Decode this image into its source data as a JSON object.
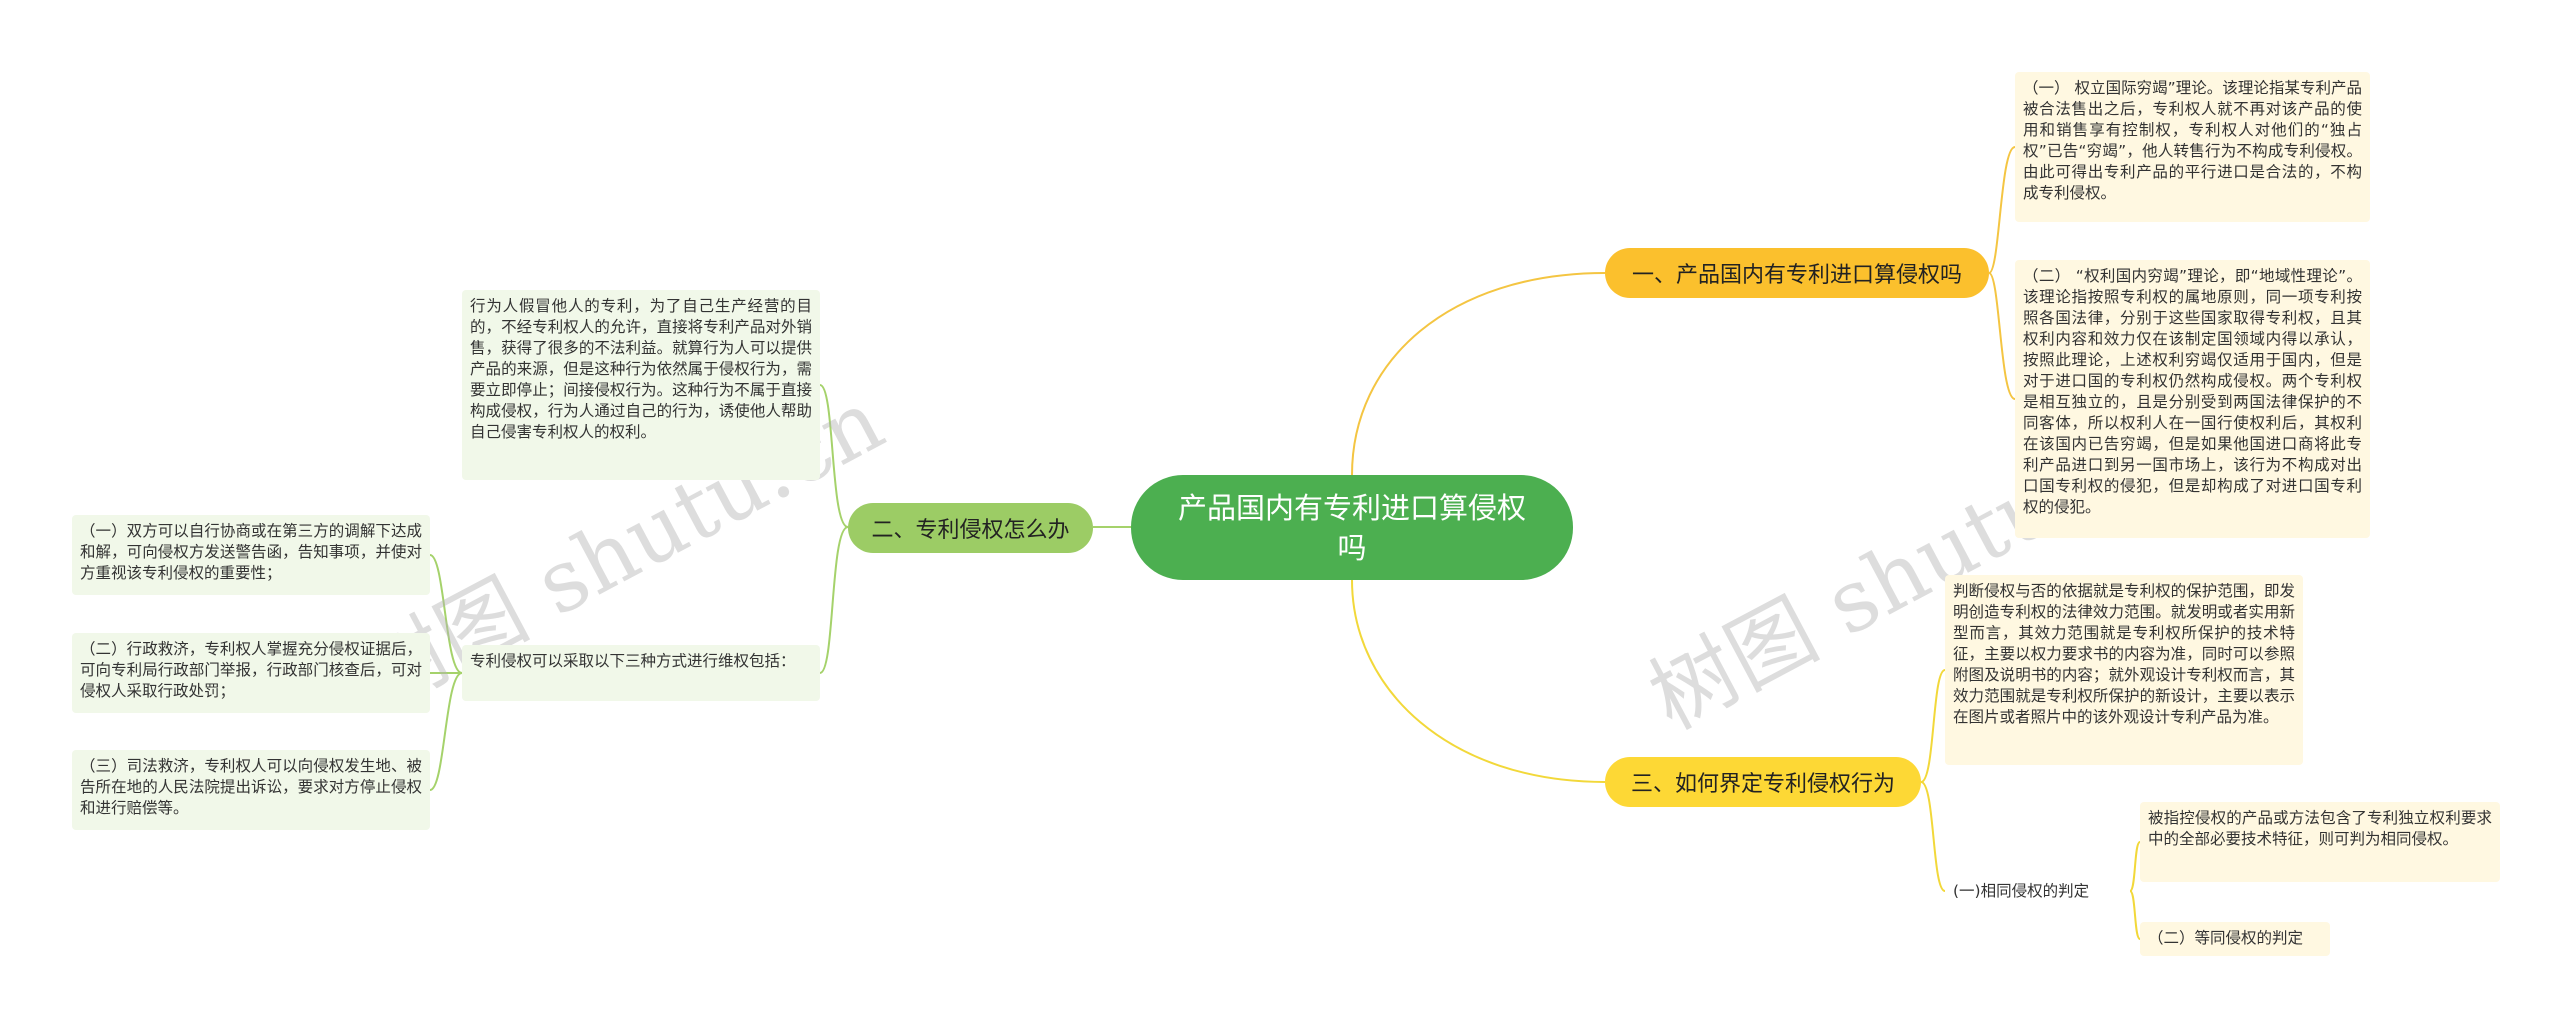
{
  "central": "产品国内有专利进口算侵权吗",
  "branches": {
    "b1": {
      "label": "一、产品国内有专利进口算侵权吗",
      "leaves": [
        "（一） 权立国际穷竭”理论。该理论指某专利产品被合法售出之后，专利权人就不再对该产品的使用和销售享有控制权，专利权人对他们的“独占权”已告“穷竭”，他人转售行为不构成专利侵权。由此可得出专利产品的平行进口是合法的，不构成专利侵权。",
        "（二） “权利国内穷竭”理论，即“地域性理论”。该理论指按照专利权的属地原则，同一项专利按照各国法律，分别于这些国家取得专利权，且其权利内容和效力仅在该制定国领域内得以承认，按照此理论，上述权利穷竭仅适用于国内，但是对于进口国的专利权仍然构成侵权。两个专利权是相互独立的，且是分别受到两国法律保护的不同客体，所以权利人在一国行使权利后，其权利在该国内已告穷竭，但是如果他国进口商将此专利产品进口到另一国市场上，该行为不构成对出口国专利权的侵犯，但是却构成了对进口国专利权的侵犯。"
      ]
    },
    "b2": {
      "label": "二、专利侵权怎么办",
      "leaves": [
        "行为人假冒他人的专利，为了自己生产经营的目的，不经专利权人的允许，直接将专利产品对外销售，获得了很多的不法利益。就算行为人可以提供产品的来源，但是这种行为依然属于侵权行为，需要立即停止；间接侵权行为。这种行为不属于直接构成侵权，行为人通过自己的行为，诱使他人帮助自己侵害专利权人的权利。",
        "专利侵权可以采取以下三种方式进行维权包括：",
        "（一）双方可以自行协商或在第三方的调解下达成和解，可向侵权方发送警告函，告知事项，并使对方重视该专利侵权的重要性；",
        "（二）行政救济，专利权人掌握充分侵权证据后，可向专利局行政部门举报，行政部门核查后，可对侵权人采取行政处罚；",
        "（三）司法救济，专利权人可以向侵权发生地、被告所在地的人民法院提出诉讼，要求对方停止侵权和进行赔偿等。"
      ]
    },
    "b3": {
      "label": "三、如何界定专利侵权行为",
      "leaves": [
        "判断侵权与否的依据就是专利权的保护范围，即发明创造专利权的法律效力范围。就发明或者实用新型而言，其效力范围就是专利权所保护的技术特征，主要以权力要求书的内容为准，同时可以参照附图及说明书的内容；就外观设计专利权而言，其效力范围就是专利权所保护的新设计，主要以表示在图片或者照片中的该外观设计专利产品为准。",
        "(一)相同侵权的判定",
        "被指控侵权的产品或方法包含了专利独立权利要求中的全部必要技术特征，则可判为相同侵权。",
        "（二）等同侵权的判定"
      ]
    }
  },
  "watermark": "树图 shutu.cn",
  "colors": {
    "central": "#4caf50",
    "b1": "#fbc02d",
    "b2": "#9ccc65",
    "b3": "#fdd835",
    "link_b1": "#f4c542",
    "link_b2": "#a5d26b",
    "link_b3": "#f2d83a"
  }
}
